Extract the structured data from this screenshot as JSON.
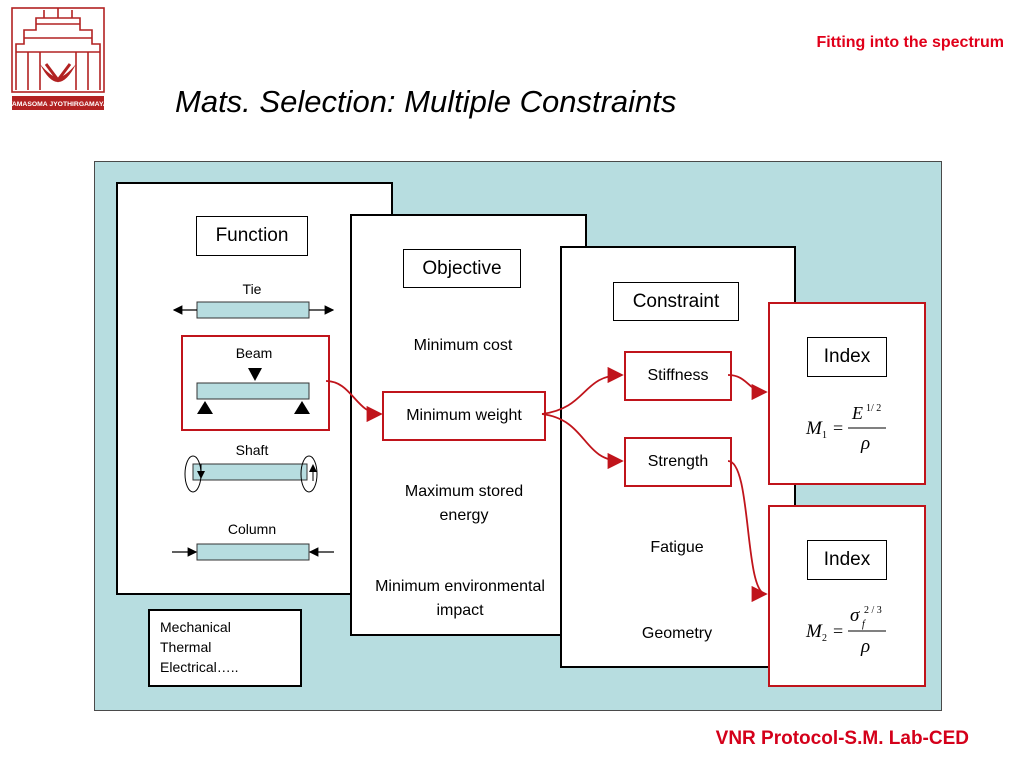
{
  "logo": {
    "caption": "TAMASOMA JYOTHIRGAMAYA",
    "icon": "institution-gopuram-logo-icon",
    "color": "#b22222"
  },
  "header": {
    "tagline": "Fitting into the spectrum"
  },
  "title": "Mats. Selection: Multiple Constraints",
  "footer": "VNR Protocol-S.M. Lab-CED",
  "colors": {
    "panel": "#b7dde0",
    "accent_red": "#c0141b",
    "bar_fill": "#b7dde0"
  },
  "function": {
    "heading": "Function",
    "items": [
      {
        "label": "Tie"
      },
      {
        "label": "Beam"
      },
      {
        "label": "Shaft"
      },
      {
        "label": "Column"
      }
    ],
    "examples": [
      "Mechanical",
      "Thermal",
      "Electrical….."
    ]
  },
  "objective": {
    "heading": "Objective",
    "items": [
      "Minimum cost",
      "Minimum weight",
      "Maximum stored energy",
      "Minimum environmental impact"
    ]
  },
  "constraint": {
    "heading": "Constraint",
    "items": [
      "Stiffness",
      "Strength",
      "Fatigue",
      "Geometry"
    ]
  },
  "index1": {
    "heading": "Index",
    "formula": "M1 = E^(1/2) / ρ"
  },
  "index2": {
    "heading": "Index",
    "formula": "M2 = σf^(2/3) / ρ"
  }
}
